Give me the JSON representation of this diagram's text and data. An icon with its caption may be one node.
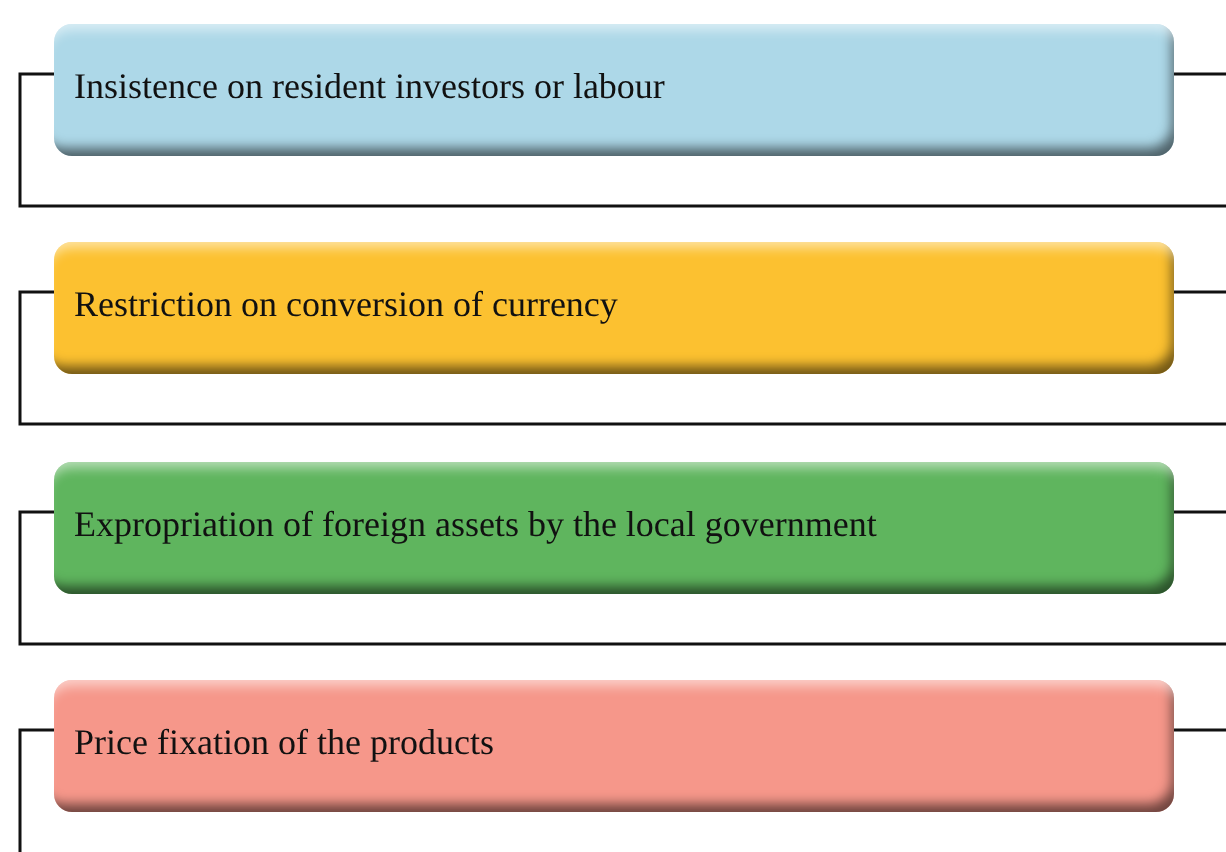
{
  "diagram": {
    "nodes": [
      {
        "text": [
          "Insistence on resident investors or labour"
        ]
      },
      {
        "text": [
          "Restriction on conversion of currency"
        ]
      },
      {
        "text": [
          "Expropriation of foreign assets by the local government"
        ]
      },
      {
        "text": [
          "Price fixation of the products"
        ]
      }
    ]
  }
}
